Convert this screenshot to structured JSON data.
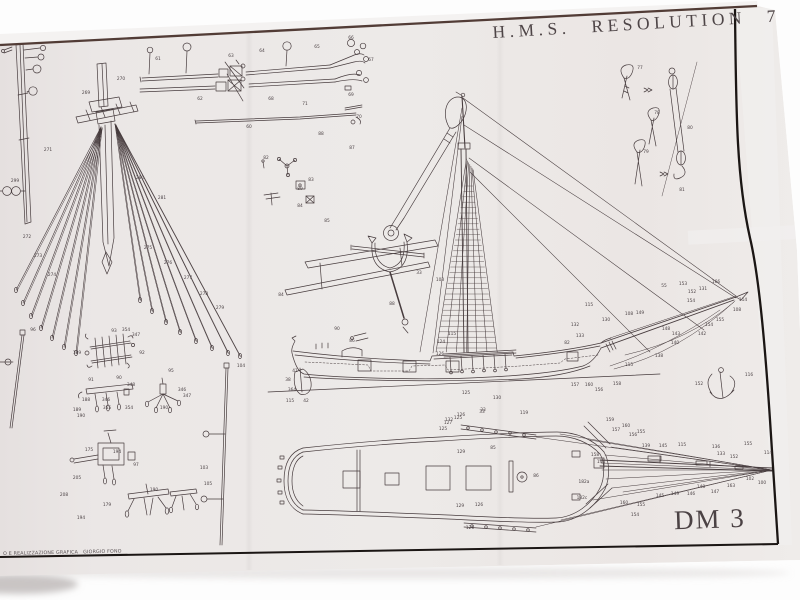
{
  "colors": {
    "background": "#fdfdfd",
    "paper": "#ebe7e6",
    "ink": "#473c3e",
    "border_line": "#1b1614",
    "top_edge": "#432d26"
  },
  "sheet": {
    "title": "H.M.S. RESOLUTION 7",
    "sheet_code": "DM 3",
    "credit": "O E REALIZZAZIONE GRAFICA   GIORGIO FONO"
  },
  "drawings": {
    "spare_topmast": "spare topmast with mast hoops",
    "masthead_rigging": "masthead with crosstrees and shroud fan",
    "spars": "gaff and boom spars with jaws and rings",
    "anchor_detail": "anchor stowed on platform with hanging tackle",
    "ship_profile": "side profile of single-masted ship with bowsprit rigging",
    "deck_plan": "top view deck plan with hatches and head rigging",
    "rigging_knots": "rope eye and block-and-tackle details",
    "deck_fittings": "gratings, pin rails, bitts and cleat details",
    "poles": "flag poles with rings"
  },
  "part_labels": {
    "items": [
      [
        "269",
        86,
        93
      ],
      [
        "270",
        121,
        79
      ],
      [
        "271",
        48,
        150
      ],
      [
        "280",
        140,
        178
      ],
      [
        "281",
        162,
        198
      ],
      [
        "272",
        27,
        237
      ],
      [
        "273",
        38,
        256
      ],
      [
        "274",
        52,
        275
      ],
      [
        "275",
        148,
        248
      ],
      [
        "276",
        168,
        263
      ],
      [
        "277",
        188,
        278
      ],
      [
        "278",
        204,
        294
      ],
      [
        "279",
        220,
        308
      ],
      [
        "61",
        158,
        59
      ],
      [
        "62",
        200,
        99
      ],
      [
        "63",
        231,
        56
      ],
      [
        "64",
        262,
        51
      ],
      [
        "65",
        317,
        47
      ],
      [
        "66",
        351,
        38
      ],
      [
        "67",
        371,
        60
      ],
      [
        "68",
        271,
        99
      ],
      [
        "69",
        351,
        95
      ],
      [
        "60",
        249,
        127
      ],
      [
        "70",
        359,
        117
      ],
      [
        "71",
        305,
        104
      ],
      [
        "299",
        15,
        181
      ],
      [
        "96",
        33,
        330
      ],
      [
        "104",
        241,
        366
      ],
      [
        "103",
        204,
        468
      ],
      [
        "105",
        208,
        484
      ],
      [
        "88",
        321,
        134
      ],
      [
        "87",
        352,
        148
      ],
      [
        "89",
        300,
        189
      ],
      [
        "85",
        327,
        221
      ],
      [
        "33",
        419,
        273
      ],
      [
        "103",
        440,
        280
      ],
      [
        "88",
        392,
        304
      ],
      [
        "84",
        281,
        295
      ],
      [
        "90",
        337,
        329
      ],
      [
        "86",
        352,
        341
      ],
      [
        "82",
        266,
        158
      ],
      [
        "83",
        311,
        180
      ],
      [
        "84",
        300,
        206
      ],
      [
        "77",
        640,
        68
      ],
      [
        "78",
        657,
        113
      ],
      [
        "79",
        646,
        152
      ],
      [
        "80",
        690,
        128
      ],
      [
        "81",
        682,
        190
      ],
      [
        "41",
        295,
        371
      ],
      [
        "38",
        288,
        380
      ],
      [
        "364",
        292,
        390
      ],
      [
        "115",
        290,
        401
      ],
      [
        "42",
        306,
        401
      ],
      [
        "115",
        452,
        334
      ],
      [
        "124",
        441,
        342
      ],
      [
        "126",
        440,
        354
      ],
      [
        "125",
        466,
        393
      ],
      [
        "130",
        497,
        398
      ],
      [
        "33",
        483,
        410
      ],
      [
        "126",
        461,
        415
      ],
      [
        "132",
        449,
        420
      ],
      [
        "115",
        589,
        305
      ],
      [
        "130",
        606,
        320
      ],
      [
        "132",
        575,
        325
      ],
      [
        "133",
        580,
        336
      ],
      [
        "82",
        567,
        343
      ],
      [
        "55",
        664,
        286
      ],
      [
        "153",
        683,
        284
      ],
      [
        "152",
        692,
        292
      ],
      [
        "154",
        691,
        301
      ],
      [
        "131",
        703,
        289
      ],
      [
        "166",
        716,
        282
      ],
      [
        "114",
        743,
        300
      ],
      [
        "108",
        737,
        310
      ],
      [
        "155",
        720,
        320
      ],
      [
        "154",
        709,
        325
      ],
      [
        "142",
        702,
        334
      ],
      [
        "143",
        676,
        334
      ],
      [
        "140",
        675,
        343
      ],
      [
        "148",
        666,
        329
      ],
      [
        "149",
        640,
        313
      ],
      [
        "108",
        629,
        314
      ],
      [
        "138",
        659,
        356
      ],
      [
        "115",
        629,
        365
      ],
      [
        "157",
        575,
        385
      ],
      [
        "160",
        589,
        385
      ],
      [
        "156",
        599,
        390
      ],
      [
        "158",
        617,
        384
      ],
      [
        "152",
        699,
        384
      ],
      [
        "116",
        749,
        375
      ],
      [
        "119",
        524,
        413
      ],
      [
        "85",
        493,
        448
      ],
      [
        "86",
        536,
        476
      ],
      [
        "129",
        461,
        452
      ],
      [
        "125",
        458,
        418
      ],
      [
        "127",
        448,
        423
      ],
      [
        "125",
        443,
        429
      ],
      [
        "33",
        482,
        412
      ],
      [
        "129",
        460,
        506
      ],
      [
        "126",
        479,
        505
      ],
      [
        "126",
        470,
        528
      ],
      [
        "159",
        610,
        420
      ],
      [
        "157",
        616,
        430
      ],
      [
        "160",
        626,
        426
      ],
      [
        "156",
        633,
        435
      ],
      [
        "155",
        641,
        432
      ],
      [
        "139",
        646,
        446
      ],
      [
        "145",
        663,
        446
      ],
      [
        "115",
        682,
        445
      ],
      [
        "136",
        716,
        447
      ],
      [
        "133",
        721,
        454
      ],
      [
        "152",
        734,
        457
      ],
      [
        "155",
        748,
        444
      ],
      [
        "114",
        768,
        453
      ],
      [
        "102",
        750,
        479
      ],
      [
        "100",
        762,
        483
      ],
      [
        "163",
        731,
        486
      ],
      [
        "147",
        715,
        492
      ],
      [
        "148",
        701,
        487
      ],
      [
        "146",
        691,
        494
      ],
      [
        "149",
        675,
        494
      ],
      [
        "145",
        660,
        496
      ],
      [
        "155",
        641,
        505
      ],
      [
        "154",
        635,
        515
      ],
      [
        "160",
        624,
        503
      ],
      [
        "158",
        595,
        455
      ],
      [
        "144",
        601,
        462
      ],
      [
        "182a",
        584,
        482
      ],
      [
        "182c",
        582,
        498
      ],
      [
        "93",
        114,
        331
      ],
      [
        "354",
        126,
        330
      ],
      [
        "347",
        136,
        335
      ],
      [
        "189",
        77,
        353
      ],
      [
        "92",
        142,
        353
      ],
      [
        "91",
        91,
        380
      ],
      [
        "90",
        119,
        378
      ],
      [
        "348",
        131,
        385
      ],
      [
        "95",
        171,
        371
      ],
      [
        "346",
        182,
        390
      ],
      [
        "347",
        187,
        396
      ],
      [
        "188",
        86,
        400
      ],
      [
        "346",
        106,
        400
      ],
      [
        "355",
        107,
        408
      ],
      [
        "354",
        129,
        408
      ],
      [
        "189",
        77,
        410
      ],
      [
        "190",
        81,
        416
      ],
      [
        "190",
        164,
        408
      ],
      [
        "175",
        89,
        450
      ],
      [
        "194",
        117,
        452
      ],
      [
        "97",
        136,
        465
      ],
      [
        "205",
        77,
        478
      ],
      [
        "208",
        64,
        495
      ],
      [
        "179",
        107,
        505
      ],
      [
        "194",
        81,
        518
      ],
      [
        "190",
        154,
        490
      ]
    ]
  }
}
